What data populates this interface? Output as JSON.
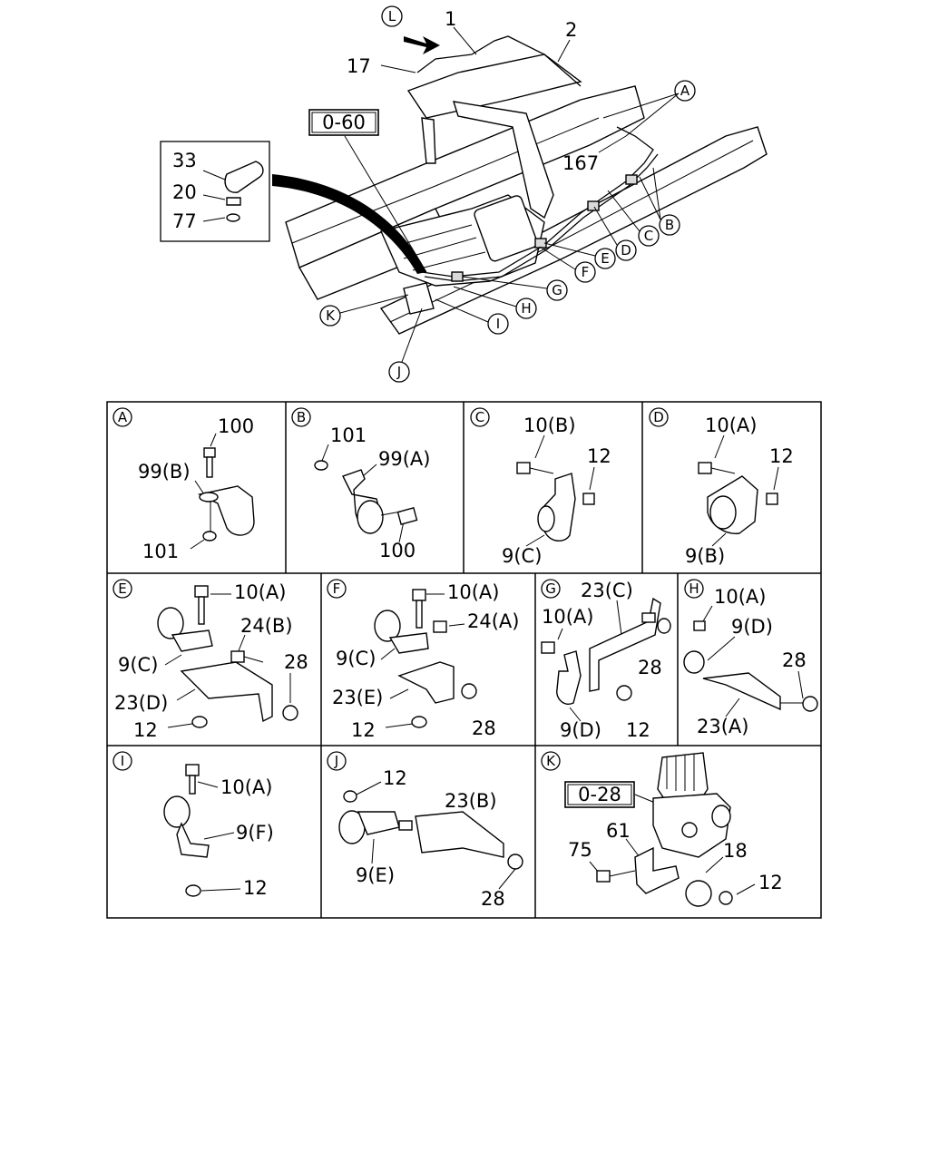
{
  "overview": {
    "callouts": [
      "1",
      "2",
      "17",
      "167",
      "A",
      "B",
      "C",
      "D",
      "E",
      "F",
      "G",
      "H",
      "I",
      "J",
      "K",
      "L"
    ],
    "ref_box": "0-60",
    "inset": [
      {
        "label": "33"
      },
      {
        "label": "20"
      },
      {
        "label": "77"
      }
    ]
  },
  "panels": {
    "A": {
      "letter": "A",
      "labels": [
        "100",
        "99(B)",
        "101"
      ]
    },
    "B": {
      "letter": "B",
      "labels": [
        "101",
        "99(A)",
        "100"
      ]
    },
    "C": {
      "letter": "C",
      "labels": [
        "10(B)",
        "12",
        "9(C)"
      ]
    },
    "D": {
      "letter": "D",
      "labels": [
        "10(A)",
        "12",
        "9(B)"
      ]
    },
    "E": {
      "letter": "E",
      "labels": [
        "10(A)",
        "24(B)",
        "9(C)",
        "28",
        "23(D)",
        "12"
      ]
    },
    "F": {
      "letter": "F",
      "labels": [
        "10(A)",
        "24(A)",
        "9(C)",
        "23(E)",
        "12",
        "28"
      ]
    },
    "G": {
      "letter": "G",
      "labels": [
        "23(C)",
        "10(A)",
        "28",
        "9(D)",
        "12"
      ]
    },
    "H": {
      "letter": "H",
      "labels": [
        "10(A)",
        "9(D)",
        "28",
        "23(A)"
      ]
    },
    "I": {
      "letter": "I",
      "labels": [
        "10(A)",
        "9(F)",
        "12"
      ]
    },
    "J": {
      "letter": "J",
      "labels": [
        "12",
        "23(B)",
        "9(E)",
        "28"
      ]
    },
    "K": {
      "letter": "K",
      "ref_box": "0-28",
      "labels": [
        "61",
        "75",
        "18",
        "12"
      ]
    }
  }
}
